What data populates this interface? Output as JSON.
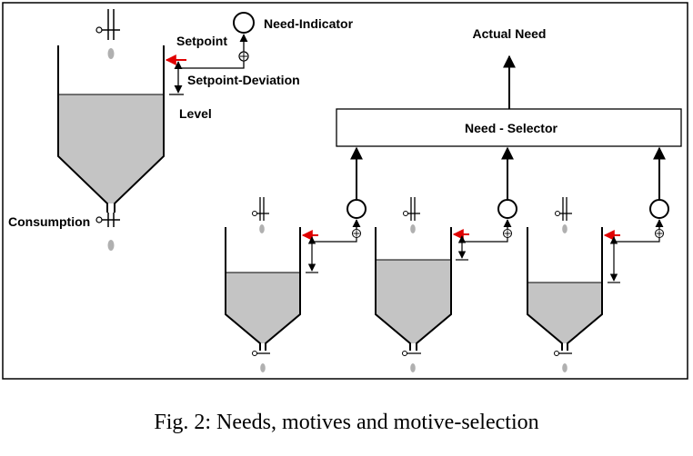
{
  "labels": {
    "setpoint": "Setpoint",
    "need_indicator": "Need-Indicator",
    "setpoint_deviation": "Setpoint-Deviation",
    "level": "Level",
    "consumption": "Consumption",
    "actual_need": "Actual Need",
    "need_selector": "Need - Selector"
  },
  "caption": "Fig. 2: Needs, motives and motive-selection",
  "colors": {
    "liquid": "#c4c4c4",
    "setpoint_marker": "#e00000",
    "line": "#000000"
  },
  "icons": [
    "valve-icon",
    "drop-icon",
    "circle-node-icon",
    "plus-junction-icon",
    "arrow-icon"
  ]
}
